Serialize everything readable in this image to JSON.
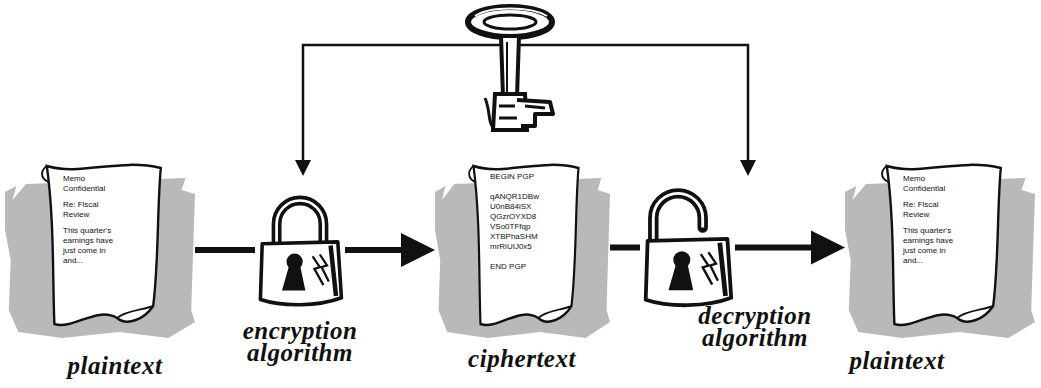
{
  "diagram": {
    "nodes": [
      {
        "text": [
          "Memo Confidential",
          "Re: Fiscal Review",
          "This quarter's earnings have just come in and...",
          "plaintext"
        ]
      },
      {
        "text": [
          "encryption algorithm"
        ]
      },
      {
        "text": [
          "BEGIN PGP",
          "qANQR1DBw U0nB84iSX QGzrOYXD8 VSo0TFfqp XTBPhaSHM mrRiUIJ0x5",
          "END PGP",
          "ciphertext"
        ]
      },
      {
        "text": [
          "decryption algorithm"
        ]
      },
      {
        "text": [
          "Memo Confidential",
          "Re: Fiscal Review",
          "This quarter's earnings have just come in and...",
          "plaintext"
        ]
      }
    ],
    "edges": [
      {
        "from": 0,
        "to": 1,
        "arrow": "none"
      },
      {
        "from": 1,
        "to": 2,
        "arrow": "to"
      },
      {
        "from": 2,
        "to": 3,
        "arrow": "none"
      },
      {
        "from": 3,
        "to": 4,
        "arrow": "to"
      }
    ]
  }
}
